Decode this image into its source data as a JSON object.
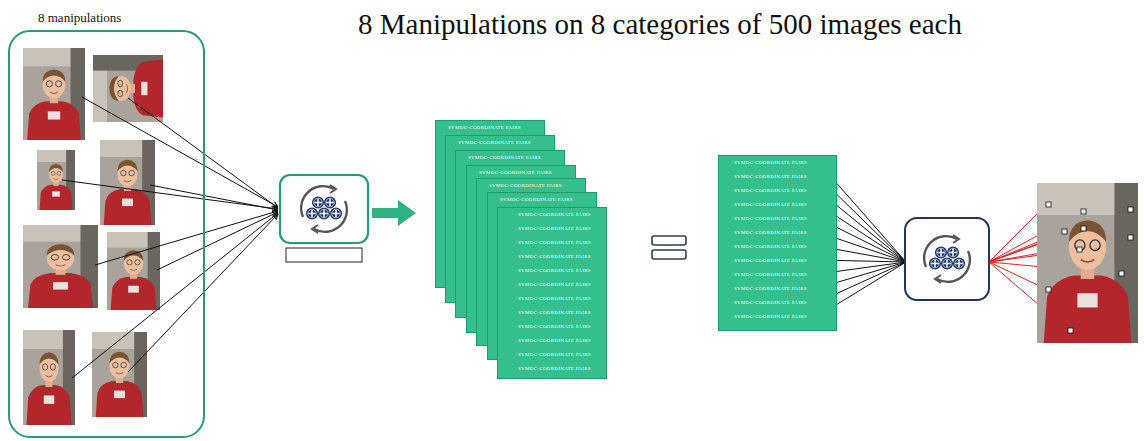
{
  "diagram": {
    "title": "8 Manipulations on 8 categories of 500 images each",
    "nodes": [
      {
        "text": [
          "8 manipulations"
        ]
      },
      {
        "text": [
          "SVMDC-COORDINATE PAIRS"
        ]
      },
      {
        "text": [
          "SVMDC-COORDINATE PAIRS"
        ]
      },
      {
        "text": [
          "SVMDC-COORDINATE PAIRS"
        ]
      },
      {
        "text": [
          "SVMDC-COORDINATE PAIRS"
        ]
      },
      {
        "text": [
          "SVMDC-COORDINATE PAIRS"
        ]
      },
      {
        "text": [
          "SVMDC-COORDINATE PAIRS"
        ]
      },
      {
        "text": [
          "SVMDC-COORDINATE PAIRS",
          "SVMDC-COORDINATE PAIRS",
          "SVMDC-COORDINATE PAIRS",
          "SVMDC-COORDINATE PAIRS",
          "SVMDC-COORDINATE PAIRS",
          "SVMDC-COORDINATE PAIRS",
          "SVMDC-COORDINATE PAIRS",
          "SVMDC-COORDINATE PAIRS",
          "SVMDC-COORDINATE PAIRS",
          "SVMDC-COORDINATE PAIRS",
          "SVMDC-COORDINATE PAIRS",
          "SVMDC-COORDINATE PAIRS"
        ]
      },
      {
        "text": [
          "SVMDC-COORDINATE PAIRS",
          "SVMDC-COORDINATE PAIRS",
          "SVMDC-COORDINATE PAIRS",
          "SVMDC-COORDINATE PAIRS",
          "SVMDC-COORDINATE PAIRS",
          "SVMDC-COORDINATE PAIRS",
          "SVMDC-COORDINATE PAIRS",
          "SVMDC-COORDINATE PAIRS",
          "SVMDC-COORDINATE PAIRS",
          "SVMDC-COORDINATE PAIRS",
          "SVMDC-COORDINATE PAIRS",
          "SVMDC-COORDINATE PAIRS"
        ]
      }
    ]
  }
}
